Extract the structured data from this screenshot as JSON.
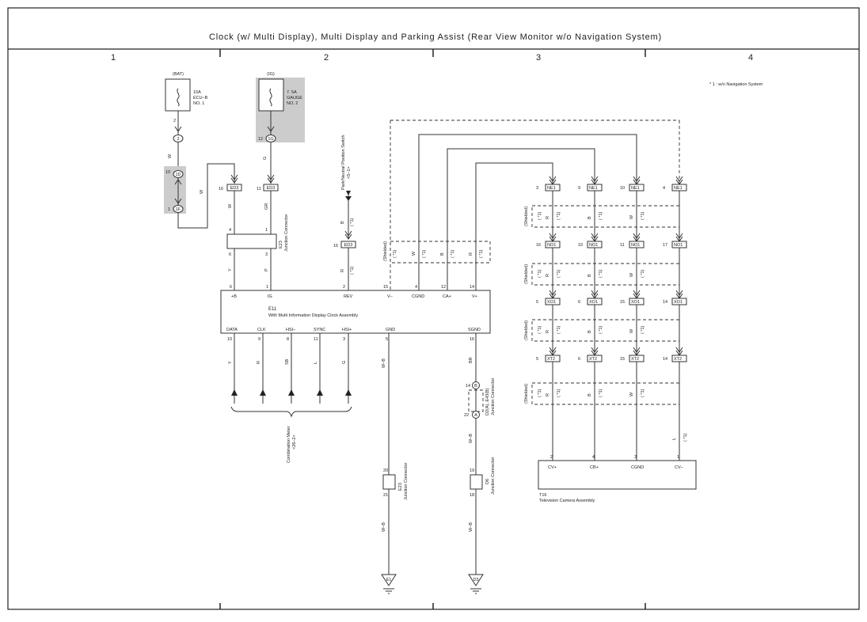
{
  "title": "Clock (w/ Multi Display),  Multi Display and Parking Assist (Rear View Monitor w/o Navigation System)",
  "columns": [
    "1",
    "2",
    "3",
    "4"
  ],
  "note": "* 1 : w/o Navigation System",
  "fuses": {
    "bat": {
      "source": "(BAT)",
      "line1": "10A",
      "line2": "ECU–B",
      "line3": "NO. 1",
      "pin_label": "2",
      "conn": "2"
    },
    "ig": {
      "source": "(IG)",
      "line1": "7. 5A",
      "line2": "GAUGE",
      "line3": "NO. 2",
      "pin_label": "12",
      "conn": "1G"
    }
  },
  "connectors": {
    "c1d": {
      "pin": "10",
      "label": "1D"
    },
    "c1f": {
      "pin": "1",
      "label": "1F"
    },
    "ed3_a": {
      "pin": "16",
      "label": "ED3"
    },
    "ed3_b": {
      "pin": "11",
      "label": "ED3"
    },
    "ed3_c": {
      "pin": "16",
      "label": "ED3"
    }
  },
  "wire_colors": {
    "bat_w": "W",
    "bat_w2": "W",
    "ed3a_w": "W",
    "ig_g": "G",
    "ed3b_gr": "GR",
    "y": "Y",
    "p": "P",
    "b": "B",
    "r": "R",
    "w": "W",
    "data_y": "Y",
    "clk_r": "R",
    "hsi_sb": "SB",
    "sync_l": "L",
    "hsi_g": "G",
    "gnd_wb": "W–B",
    "sgnd_br": "BR",
    "sgnd_wb": "W–B",
    "e1_wb": "W–B",
    "d3_wb": "W–B",
    "cv_l": "L"
  },
  "junction_e23": {
    "name": "E23",
    "desc": "Junction Connector",
    "pins": [
      "4",
      "1",
      "6",
      "3"
    ]
  },
  "park_switch": {
    "name": "Park/Neutral Position Switch",
    "ref": "<5–1>"
  },
  "star1": "( *1)",
  "shielded": "(Shielded)",
  "ecu": {
    "ref": "E11",
    "name": "With Multi Information Display Clock Assembly",
    "top_pins": [
      {
        "num": "6",
        "label": "+B"
      },
      {
        "num": "1",
        "label": "IG"
      },
      {
        "num": "2",
        "label": "REV"
      },
      {
        "num": "15",
        "label": "V–"
      },
      {
        "num": "4",
        "label": "CGND"
      },
      {
        "num": "12",
        "label": "CA+"
      },
      {
        "num": "14",
        "label": "V+"
      }
    ],
    "bottom_pins": [
      {
        "num": "10",
        "label": "DATA"
      },
      {
        "num": "9",
        "label": "CLK"
      },
      {
        "num": "8",
        "label": "HSI–"
      },
      {
        "num": "11",
        "label": "SYNC"
      },
      {
        "num": "3",
        "label": "HSI+"
      },
      {
        "num": "5",
        "label": "GND"
      },
      {
        "num": "16",
        "label": "SGND"
      }
    ]
  },
  "combination_meter": {
    "name": "Combination Meter",
    "ref": "<26–2>"
  },
  "d2_junction": {
    "name": "D2(A), E43(B)",
    "desc": "Junction Connector",
    "pin_top": "14",
    "conn_top": "B",
    "pin_bot": "22",
    "conn_bot": "A"
  },
  "e23_bottom": {
    "name": "E23",
    "desc": "Junction Connector",
    "pin_top": "20",
    "pin_bot": "21"
  },
  "d6_bottom": {
    "name": "D6",
    "desc": "Junction Connector",
    "pin_top": "19",
    "pin_bot": "18"
  },
  "grounds": [
    "E1",
    "D3"
  ],
  "connector_rows": [
    {
      "label": "NE1",
      "pins": [
        "3",
        "9",
        "10",
        "4"
      ]
    },
    {
      "label": "NO1",
      "pins": [
        "16",
        "10",
        "11",
        "17"
      ]
    },
    {
      "label": "XO1",
      "pins": [
        "5",
        "6",
        "15",
        "14"
      ]
    },
    {
      "label": "XT2",
      "pins": [
        "5",
        "6",
        "15",
        "14"
      ]
    }
  ],
  "shield_row_colors": [
    "R",
    "B",
    "W"
  ],
  "camera": {
    "ref": "T16",
    "name": "Television Camera Assembly",
    "pins": [
      {
        "num": "2",
        "label": "CV+"
      },
      {
        "num": "4",
        "label": "CB+"
      },
      {
        "num": "3",
        "label": "CGND"
      },
      {
        "num": "1",
        "label": "CV–"
      }
    ]
  }
}
